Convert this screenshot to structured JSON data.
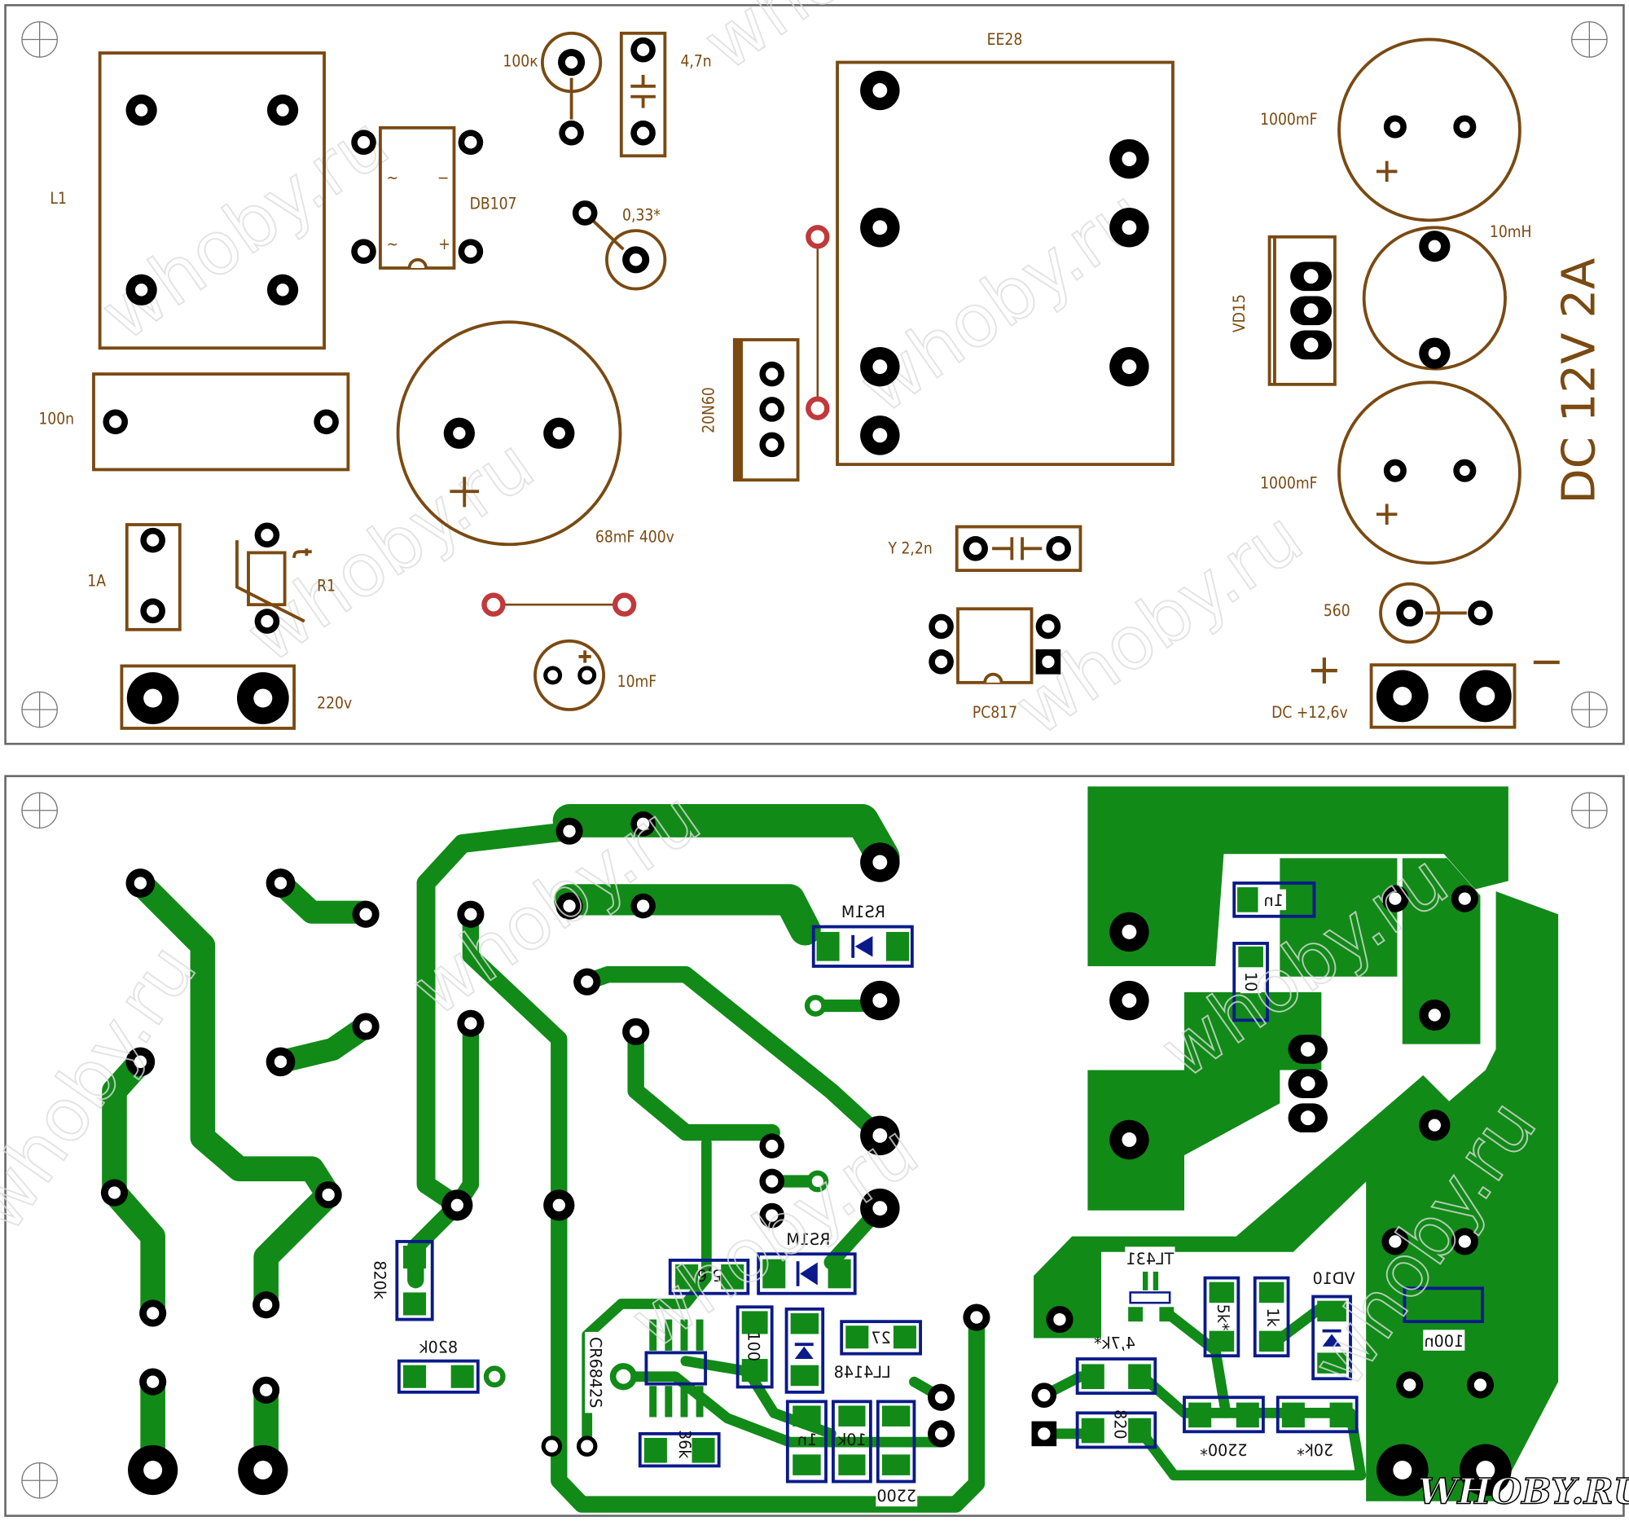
{
  "top_layer": {
    "labels": {
      "l1": "L1",
      "db107": "DB107",
      "r100k": "100к",
      "c4_7n": "4,7n",
      "r0_33": "0,33*",
      "ee28": "EE28",
      "c1000_1": "1000mF",
      "c1000_2": "1000mF",
      "l10mh": "10mH",
      "vd15": "VD15",
      "title": "DC  12V  2A",
      "c100n": "100n",
      "q20n60": "20N60",
      "c68": "68mF  400v",
      "y2_2n": "Y  2,2n",
      "f1a": "1A",
      "r1": "R1",
      "r560": "560",
      "c10mf": "10mF",
      "pc817": "PC817",
      "in220": "220v",
      "out": "DC  +12,6v",
      "plus": "+",
      "minus": "−",
      "bridge_ac1": "~",
      "bridge_ac2": "~",
      "bridge_minus": "−",
      "bridge_plus": "+"
    }
  },
  "bottom_layer": {
    "labels": {
      "rs1m_a": "RS1M",
      "c1n_a": "1n",
      "r10": "10",
      "r820k_a": "820k",
      "r820k_b": "820k",
      "r5_6": "5,6",
      "rs1m_b": "RS1M",
      "cr6842s": "CR6842S",
      "r100": "100",
      "ll4148": "LL4148",
      "r27": "27",
      "c1n_b": "1n",
      "r10k": "10k",
      "c2200": "2200",
      "r36k": "36k",
      "tl431": "TL431",
      "r5k": "5k*",
      "r1k": "1k",
      "vd10": "VD10",
      "c100n": "100n",
      "r4_7k": "4,7k*",
      "r820": "820",
      "r2200": "2200*",
      "r20k": "20k*"
    }
  },
  "watermark": "whoby.ru",
  "logo": "WHOBY.RU",
  "colors": {
    "silkscreen": "#7a4a12",
    "copper": "#118a18",
    "smd_outline": "#0a1a8a",
    "jumper": "#c0393b"
  }
}
